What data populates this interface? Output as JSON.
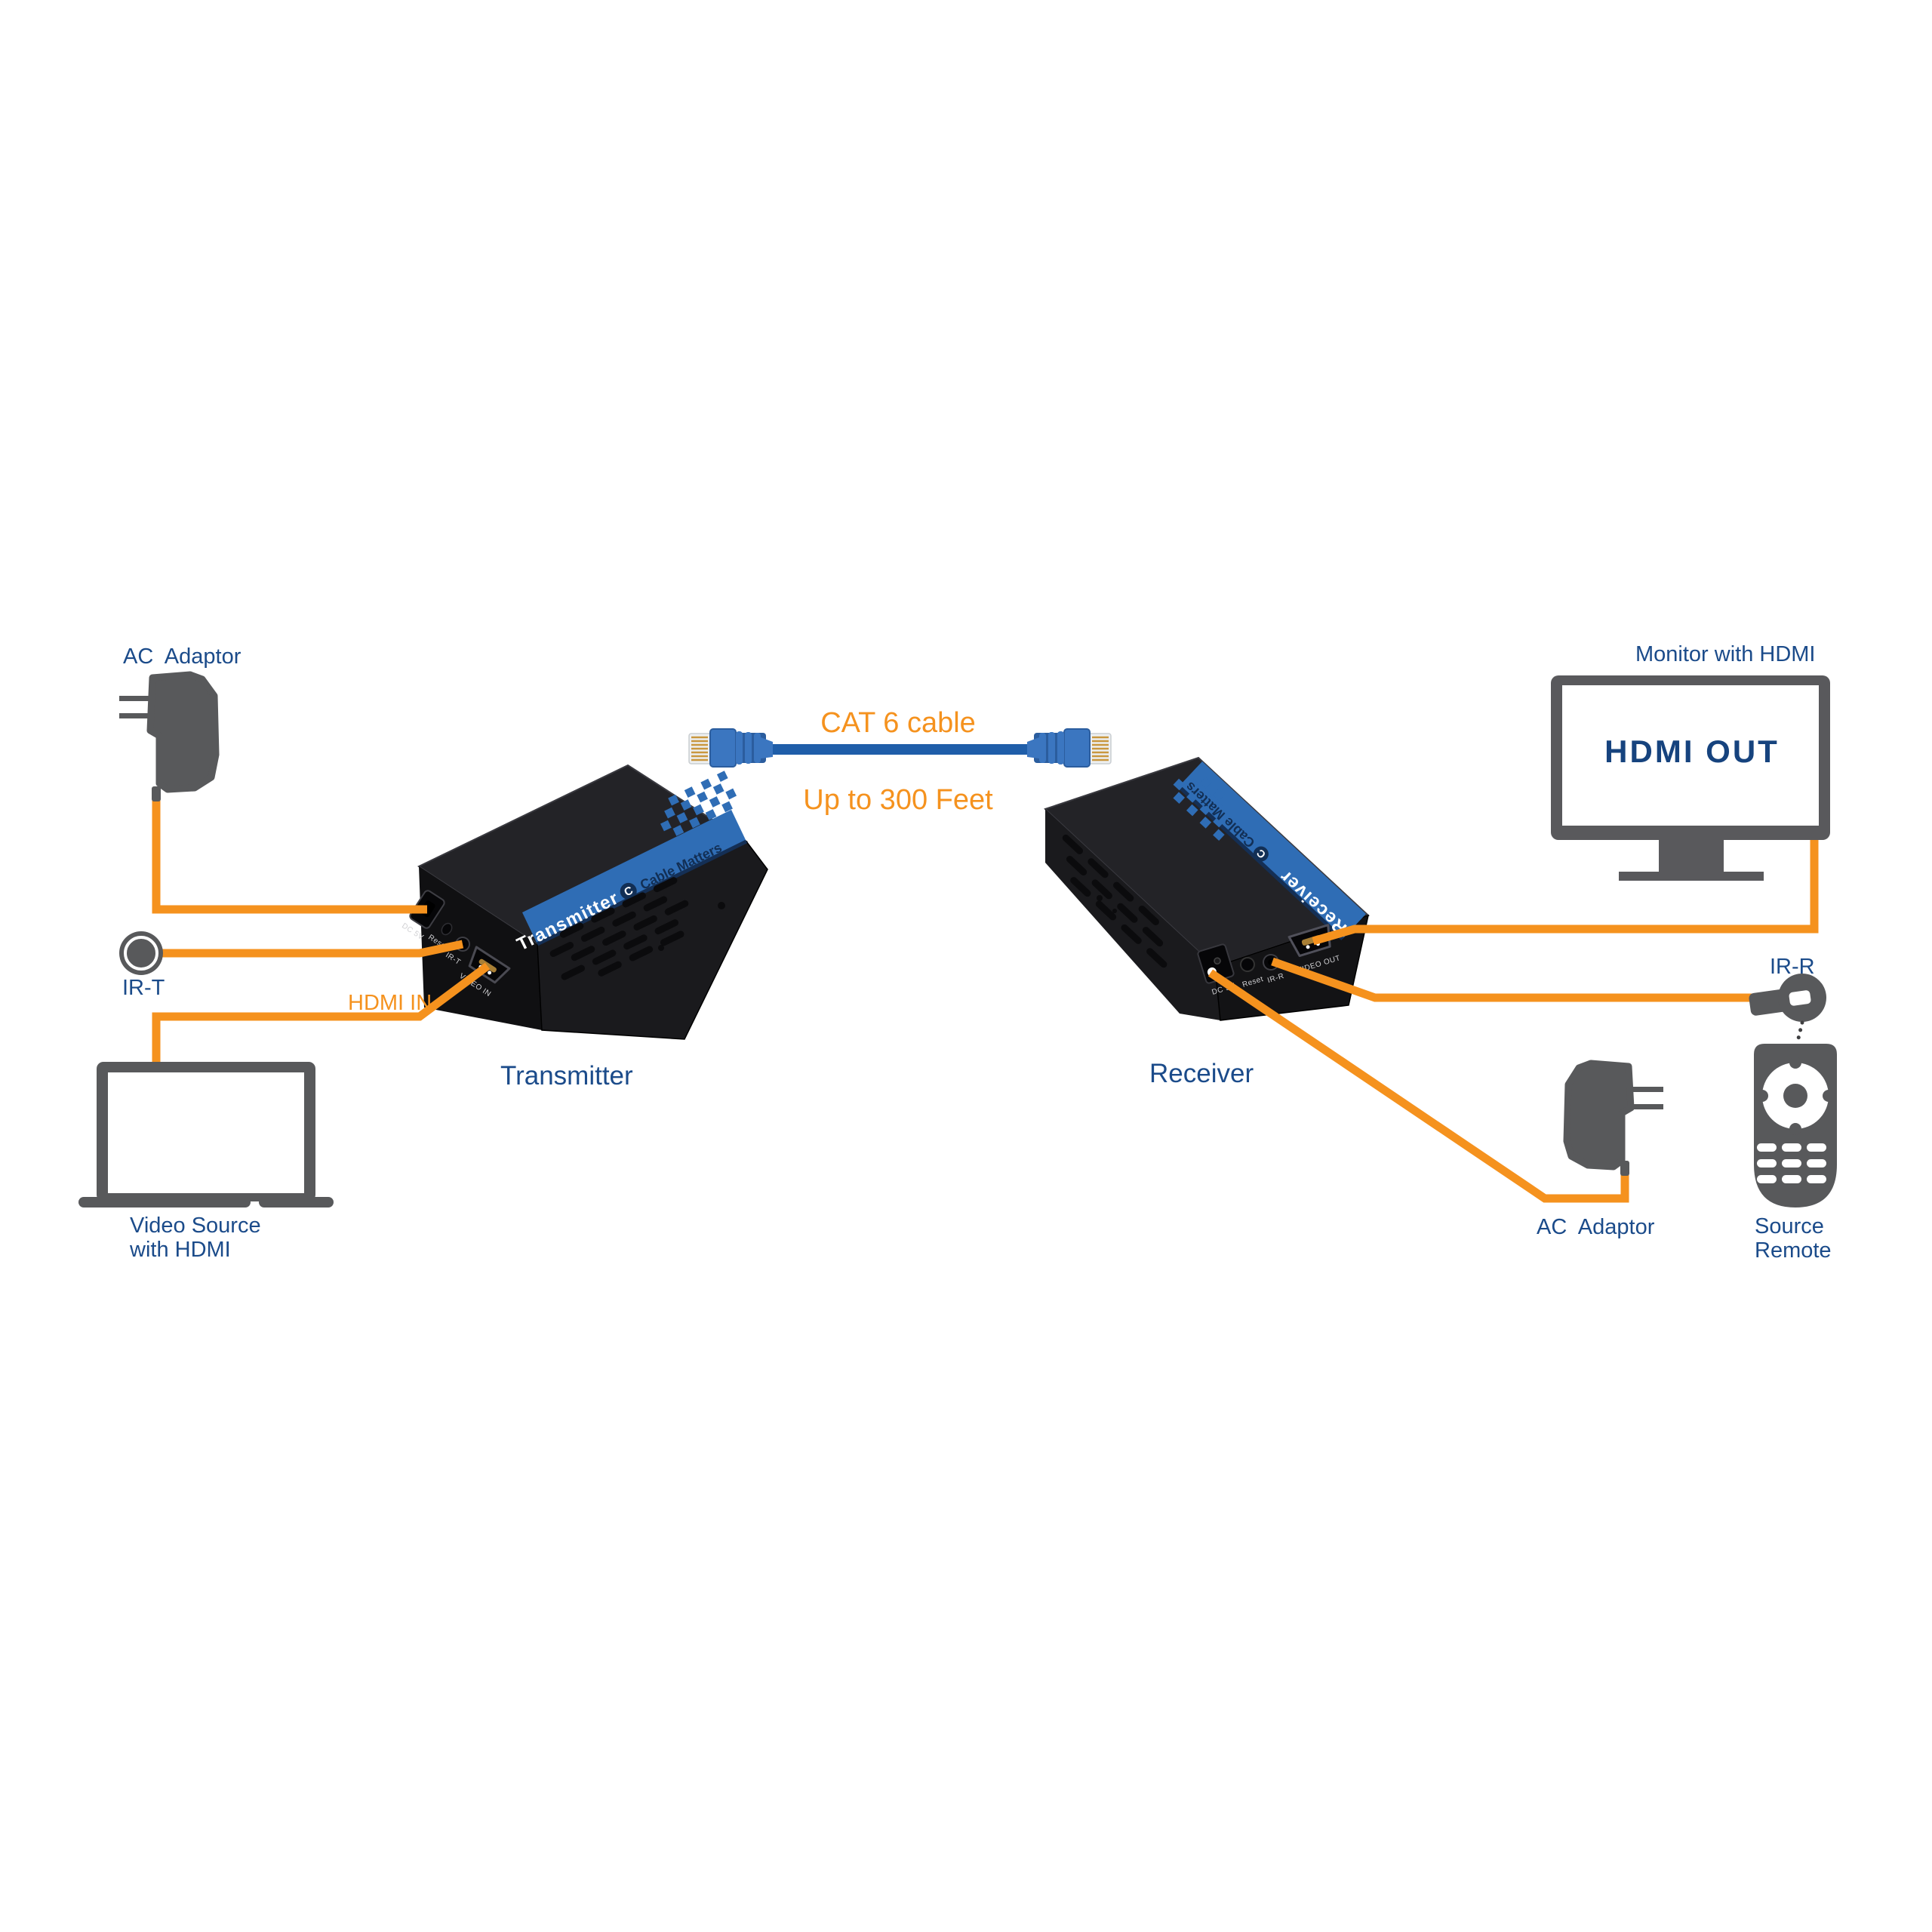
{
  "labels": {
    "ac_adaptor_left": "AC  Adaptor",
    "ir_t": "IR-T",
    "hdmi_in": "HDMI IN",
    "video_source_1": "Video Source",
    "video_source_2": "with HDMI",
    "transmitter_caption": "Transmitter",
    "cat6_cable": "CAT 6 cable",
    "cat6_feet": "Up to 300 Feet",
    "receiver_caption": "Receiver",
    "monitor": "Monitor with HDMI",
    "hdmi_out": "HDMI OUT",
    "ir_r": "IR-R",
    "ac_adaptor_right": "AC  Adaptor",
    "source_remote_1": "Source",
    "source_remote_2": "Remote"
  },
  "device": {
    "tx_stripe": "Transmitter",
    "rx_stripe": "Receiver",
    "brand": "Cable Matters",
    "ports": {
      "tx_dc": "DC 5V",
      "tx_reset": "Reset",
      "tx_ir": "IR-T",
      "tx_hdmi": "VIDEO IN",
      "rx_dc": "DC 5V",
      "rx_reset": "Reset",
      "rx_ir": "IR-R",
      "rx_hdmi": "VIDEO OUT"
    }
  },
  "colors": {
    "accent_orange": "#F5921E",
    "label_navy": "#1B4B8A",
    "stripe_blue": "#2F6DB5",
    "stripe_border_navy": "#142F55",
    "cat6_cable_blue": "#1F5EA9",
    "rj45_connector_blue": "#3B76C0",
    "device_black": "#1E1E21",
    "icon_gray": "#58595B",
    "screen_white": "#FFFFFF"
  }
}
